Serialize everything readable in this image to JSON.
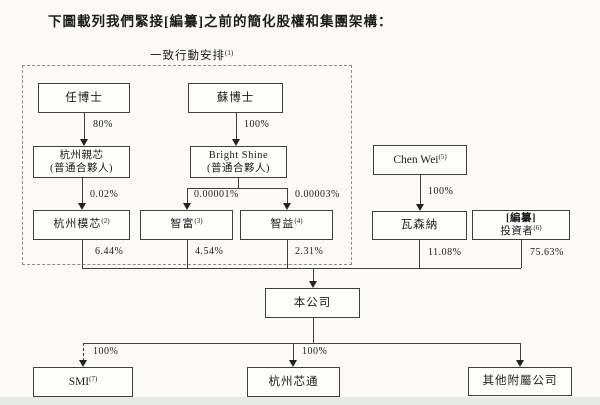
{
  "title": {
    "prefix": "下圖載列我們緊接",
    "redacted": "[編纂]",
    "suffix": "之前的簡化股權和集團架構："
  },
  "concert_group": {
    "label": "一致行動安排",
    "sup": "(1)"
  },
  "nodes": {
    "dr_ren": "任博士",
    "dr_su": "蘇博士",
    "hangzhou_qinxin": {
      "name": "杭州親芯",
      "role": "(普通合夥人)"
    },
    "bright_shine": {
      "name": "Bright Shine",
      "role": "(普通合夥人)"
    },
    "chen_wei": {
      "name": "Chen Wei",
      "sup": "(5)"
    },
    "hangzhou_moxin": {
      "name": "杭州模芯",
      "sup": "(2)"
    },
    "zhifu": {
      "name": "智富",
      "sup": "(3)"
    },
    "zhiyi": {
      "name": "智益",
      "sup": "(4)"
    },
    "wassenaar": {
      "name": "瓦森納"
    },
    "redacted_investors": {
      "line1": "[編纂]",
      "name": "投資者",
      "sup": "(6)"
    },
    "company": {
      "name": "本公司"
    },
    "smi": {
      "name": "SMI",
      "sup": "(7)"
    },
    "hangzhou_xintong": {
      "name": "杭州芯通"
    },
    "other_subsidiaries": {
      "name": "其他附屬公司"
    }
  },
  "ownership": {
    "ren_to_qinxin": "80%",
    "su_to_bright_shine": "100%",
    "qinxin_to_moxin": "0.02%",
    "bright_shine_to_zhifu": "0.00001%",
    "bright_shine_to_zhiyi": "0.00003%",
    "chen_wei_to_wassenaar": "100%",
    "moxin_in_company": "6.44%",
    "zhifu_in_company": "4.54%",
    "zhiyi_in_company": "2.31%",
    "wassenaar_in_company": "11.08%",
    "investors_in_company": "75.63%",
    "company_to_smi": "100%",
    "company_to_xintong": "100%"
  },
  "colors": {
    "background": "#fbfaf6",
    "line": "#3f3f3f",
    "text": "#1c1c1c",
    "box_background": "#fdfdfb"
  }
}
